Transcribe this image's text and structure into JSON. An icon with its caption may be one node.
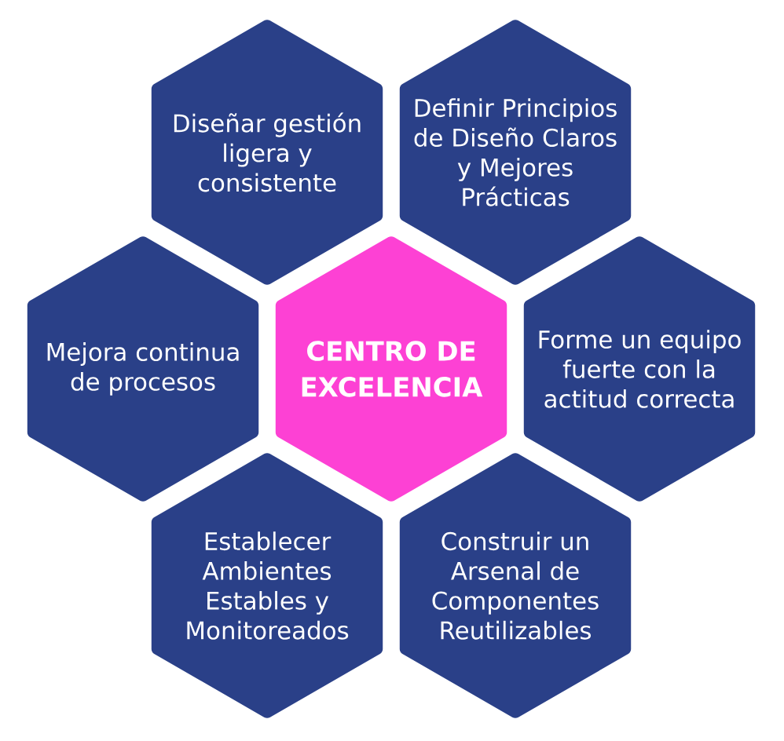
{
  "diagram": {
    "nodes": [
      {
        "text": [
          "Diseñar gestión ligera y consistente"
        ]
      },
      {
        "text": [
          "Definir Principios de Diseño Claros y Mejores Prácticas"
        ]
      },
      {
        "text": [
          "Mejora continua de procesos"
        ]
      },
      {
        "text": [
          "CENTRO DE EXCELENCIA"
        ]
      },
      {
        "text": [
          "Forme un equipo fuerte con la actitud correcta"
        ]
      },
      {
        "text": [
          "Establecer Ambientes Estables y Monitoreados"
        ]
      },
      {
        "text": [
          "Construir un Arsenal de Componentes Reutilizables"
        ]
      }
    ]
  }
}
